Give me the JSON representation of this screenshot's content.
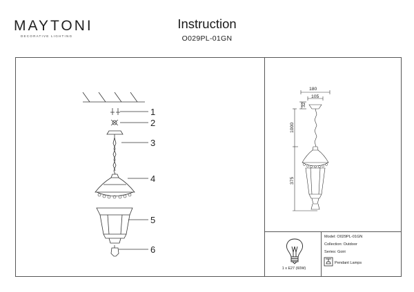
{
  "brand": {
    "name": "MAYTONI",
    "tagline": "DECORATIVE LIGHTING"
  },
  "header": {
    "title": "Instruction",
    "model": "O029PL-01GN"
  },
  "parts": {
    "labels": [
      "1",
      "2",
      "3",
      "4",
      "5",
      "6"
    ]
  },
  "dimensions": {
    "total_width": "180",
    "canopy_width": "105",
    "canopy_height": "32",
    "chain_length": "1000",
    "lamp_height": "375"
  },
  "specs": {
    "model": "Model: O029PL-01GN",
    "collection": "Collection: Outdoor",
    "series": "Series: Goiri",
    "type": "Pendant Lamps",
    "bulb": "1 x E27 (60W)"
  }
}
